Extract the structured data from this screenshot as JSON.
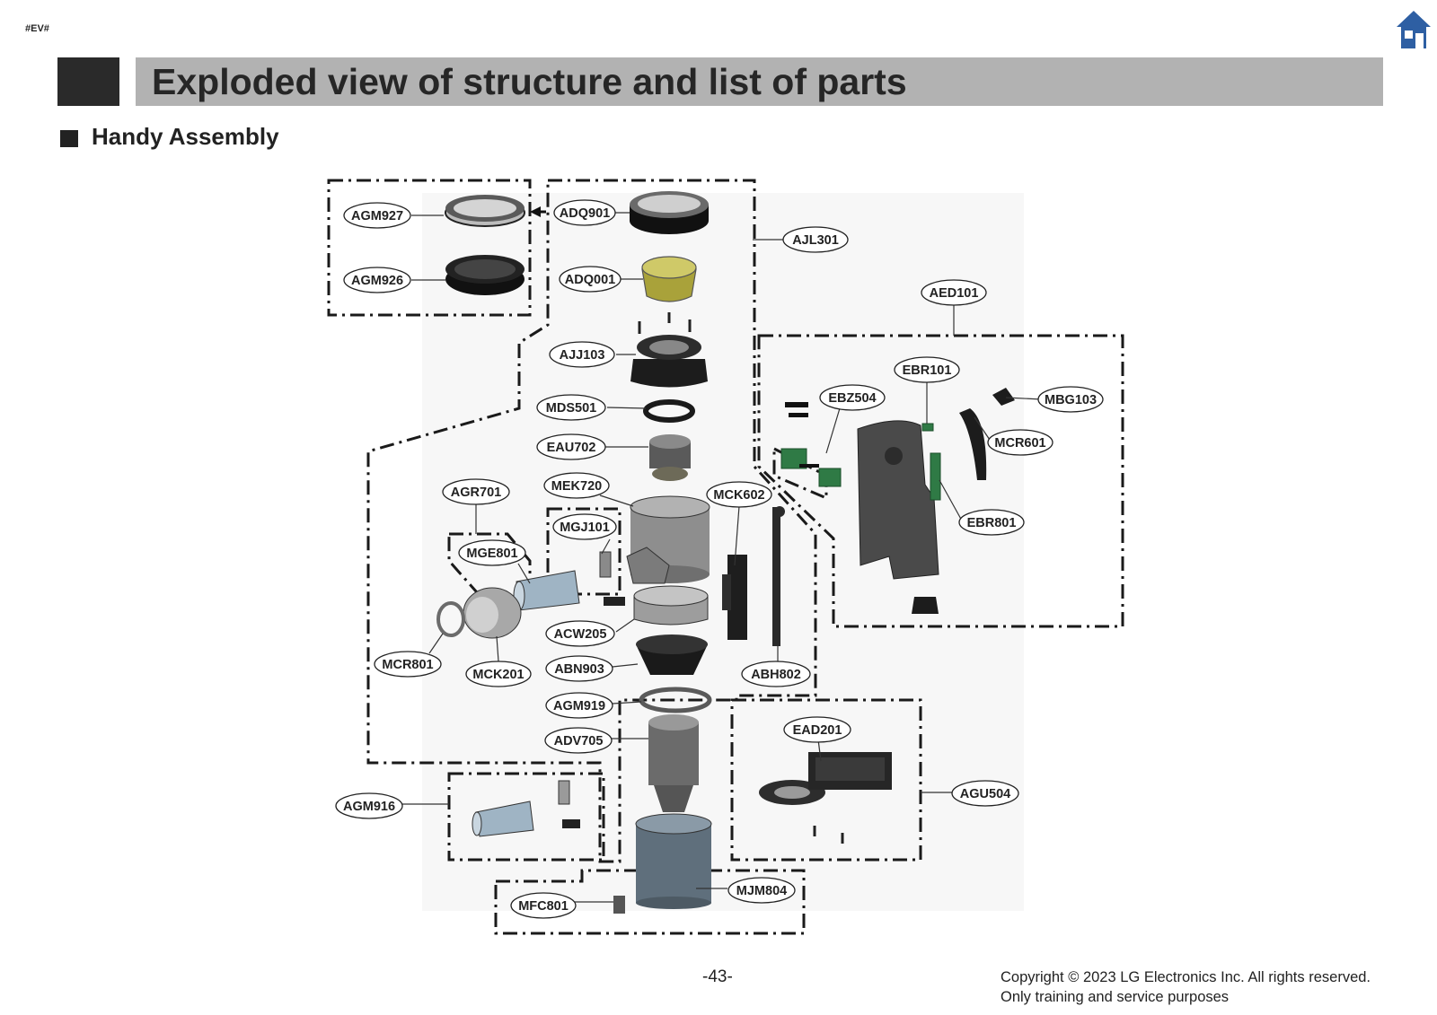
{
  "header": {
    "tag": "#EV#",
    "title": "Exploded view of structure and list of parts",
    "section": "Handy Assembly"
  },
  "parts": [
    {
      "code": "AGM927"
    },
    {
      "code": "AGM926"
    },
    {
      "code": "ADQ901"
    },
    {
      "code": "AJL301"
    },
    {
      "code": "ADQ001"
    },
    {
      "code": "AED101"
    },
    {
      "code": "AJJ103"
    },
    {
      "code": "EBR101"
    },
    {
      "code": "EBZ504"
    },
    {
      "code": "MBG103"
    },
    {
      "code": "MDS501"
    },
    {
      "code": "MCR601"
    },
    {
      "code": "EAU702"
    },
    {
      "code": "AGR701"
    },
    {
      "code": "MEK720"
    },
    {
      "code": "MCK602"
    },
    {
      "code": "EBR801"
    },
    {
      "code": "MGJ101"
    },
    {
      "code": "MGE801"
    },
    {
      "code": "ACW205"
    },
    {
      "code": "MCR801"
    },
    {
      "code": "MCK201"
    },
    {
      "code": "ABN903"
    },
    {
      "code": "ABH802"
    },
    {
      "code": "AGM919"
    },
    {
      "code": "EAD201"
    },
    {
      "code": "ADV705"
    },
    {
      "code": "AGU504"
    },
    {
      "code": "AGM916"
    },
    {
      "code": "MJM804"
    },
    {
      "code": "MFC801"
    }
  ],
  "footer": {
    "page_number": "-43-",
    "copyright_line1": "Copyright © 2023 LG Electronics Inc. All rights reserved.",
    "copyright_line2": "Only training and service purposes"
  },
  "colors": {
    "title_bar": "#b2b2b2",
    "title_block": "#2a2a2a",
    "home_icon": "#2e5fa3",
    "pcb_green": "#2f7a45"
  },
  "icons": {
    "home": "home-icon"
  }
}
